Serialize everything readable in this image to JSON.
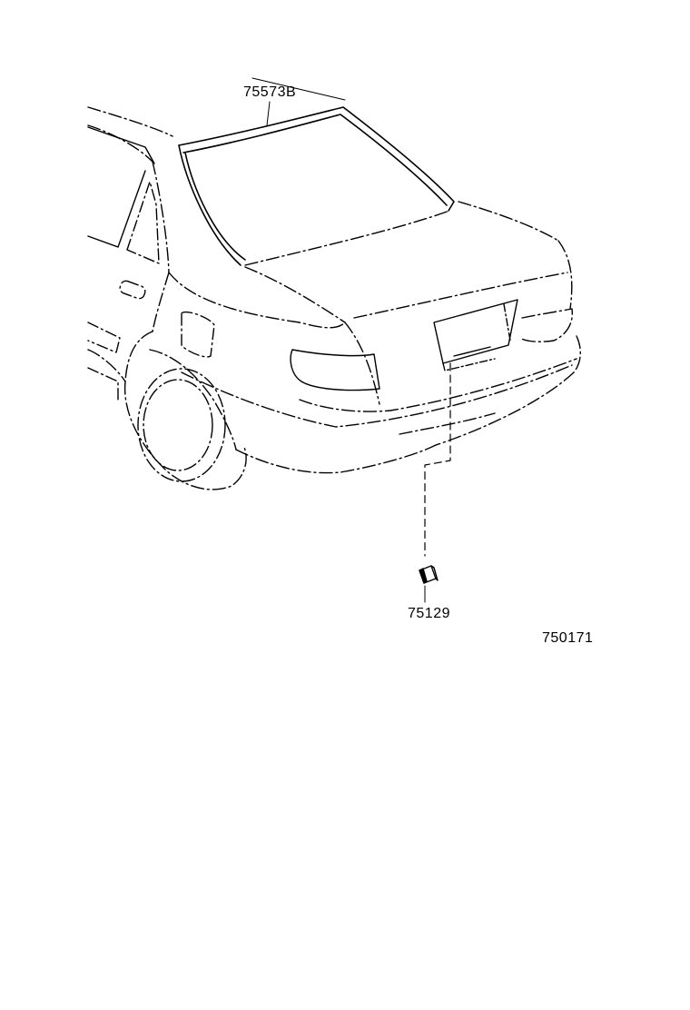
{
  "callouts": {
    "rear_window_molding": "75573B",
    "clip": "75129"
  },
  "diagram_code": "750171",
  "colors": {
    "ink": "#000000",
    "paper": "#ffffff"
  }
}
